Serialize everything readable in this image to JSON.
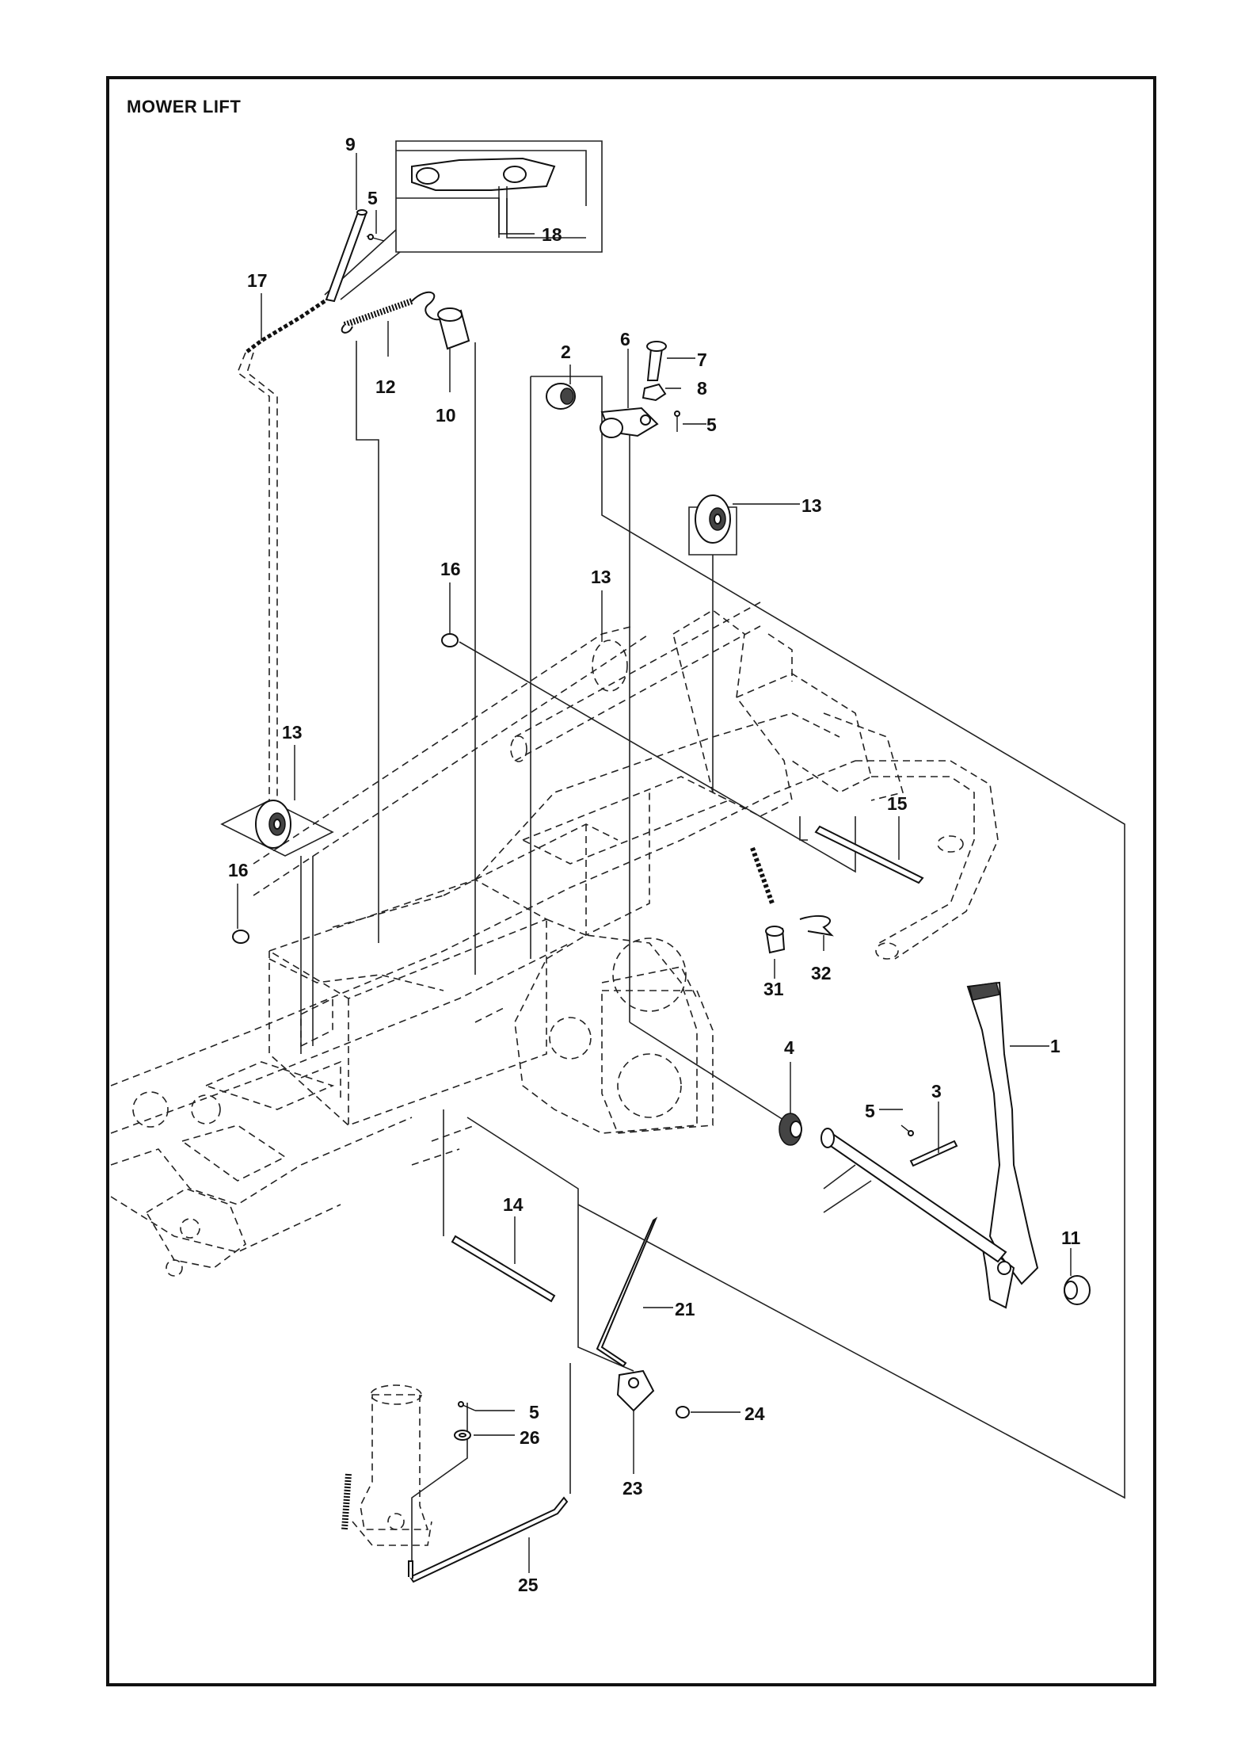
{
  "title": "MOWER LIFT",
  "callouts": [
    {
      "id": "c-1",
      "text": "1"
    },
    {
      "id": "c-2",
      "text": "2"
    },
    {
      "id": "c-3",
      "text": "3"
    },
    {
      "id": "c-4",
      "text": "4"
    },
    {
      "id": "c-5a",
      "text": "5"
    },
    {
      "id": "c-5b",
      "text": "5"
    },
    {
      "id": "c-5c",
      "text": "5"
    },
    {
      "id": "c-5d",
      "text": "5"
    },
    {
      "id": "c-6",
      "text": "6"
    },
    {
      "id": "c-7",
      "text": "7"
    },
    {
      "id": "c-8",
      "text": "8"
    },
    {
      "id": "c-9",
      "text": "9"
    },
    {
      "id": "c-10",
      "text": "10"
    },
    {
      "id": "c-11",
      "text": "11"
    },
    {
      "id": "c-12",
      "text": "12"
    },
    {
      "id": "c-13a",
      "text": "13"
    },
    {
      "id": "c-13b",
      "text": "13"
    },
    {
      "id": "c-13c",
      "text": "13"
    },
    {
      "id": "c-14",
      "text": "14"
    },
    {
      "id": "c-15",
      "text": "15"
    },
    {
      "id": "c-16a",
      "text": "16"
    },
    {
      "id": "c-16b",
      "text": "16"
    },
    {
      "id": "c-17",
      "text": "17"
    },
    {
      "id": "c-18",
      "text": "18"
    },
    {
      "id": "c-21",
      "text": "21"
    },
    {
      "id": "c-23",
      "text": "23"
    },
    {
      "id": "c-24",
      "text": "24"
    },
    {
      "id": "c-25",
      "text": "25"
    },
    {
      "id": "c-26",
      "text": "26"
    },
    {
      "id": "c-31",
      "text": "31"
    },
    {
      "id": "c-32",
      "text": "32"
    }
  ]
}
